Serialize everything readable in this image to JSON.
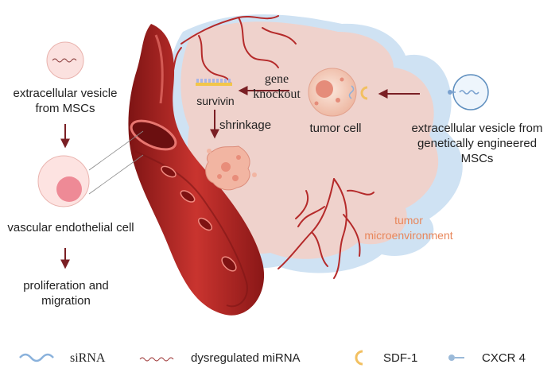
{
  "labels": {
    "ev_mscs_line1": "extracellular vesicle",
    "ev_mscs_line2": "from MSCs",
    "vascular_cell": "vascular endothelial cell",
    "proliferation_line1": "proliferation and",
    "proliferation_line2": "migration",
    "survivin": "survivin",
    "gene_knockout_line1": "gene",
    "gene_knockout_line2": "knockout",
    "shrinkage": "shrinkage",
    "tumor_cell": "tumor cell",
    "ev_engineered_line1": "extracellular vesicle from",
    "ev_engineered_line2": "genetically engineered",
    "ev_engineered_line3": "MSCs",
    "tumor_micro_line1": "tumor",
    "tumor_micro_line2": "microenvironment"
  },
  "legend": [
    {
      "icon": "sirna-wave-icon",
      "label": "siRNA"
    },
    {
      "icon": "mirna-wave-icon",
      "label": "dysregulated miRNA"
    },
    {
      "icon": "sdf1-icon",
      "label": "SDF-1"
    },
    {
      "icon": "cxcr4-icon",
      "label": "CXCR 4"
    }
  ],
  "colors": {
    "vessel_dark": "#9c1c1c",
    "vessel_mid": "#c93a35",
    "arrow": "#7a1f24",
    "tumor_bg": "#efd2cc",
    "micro_halo": "#cfe2f3",
    "tumor_label": "#e8865a"
  }
}
